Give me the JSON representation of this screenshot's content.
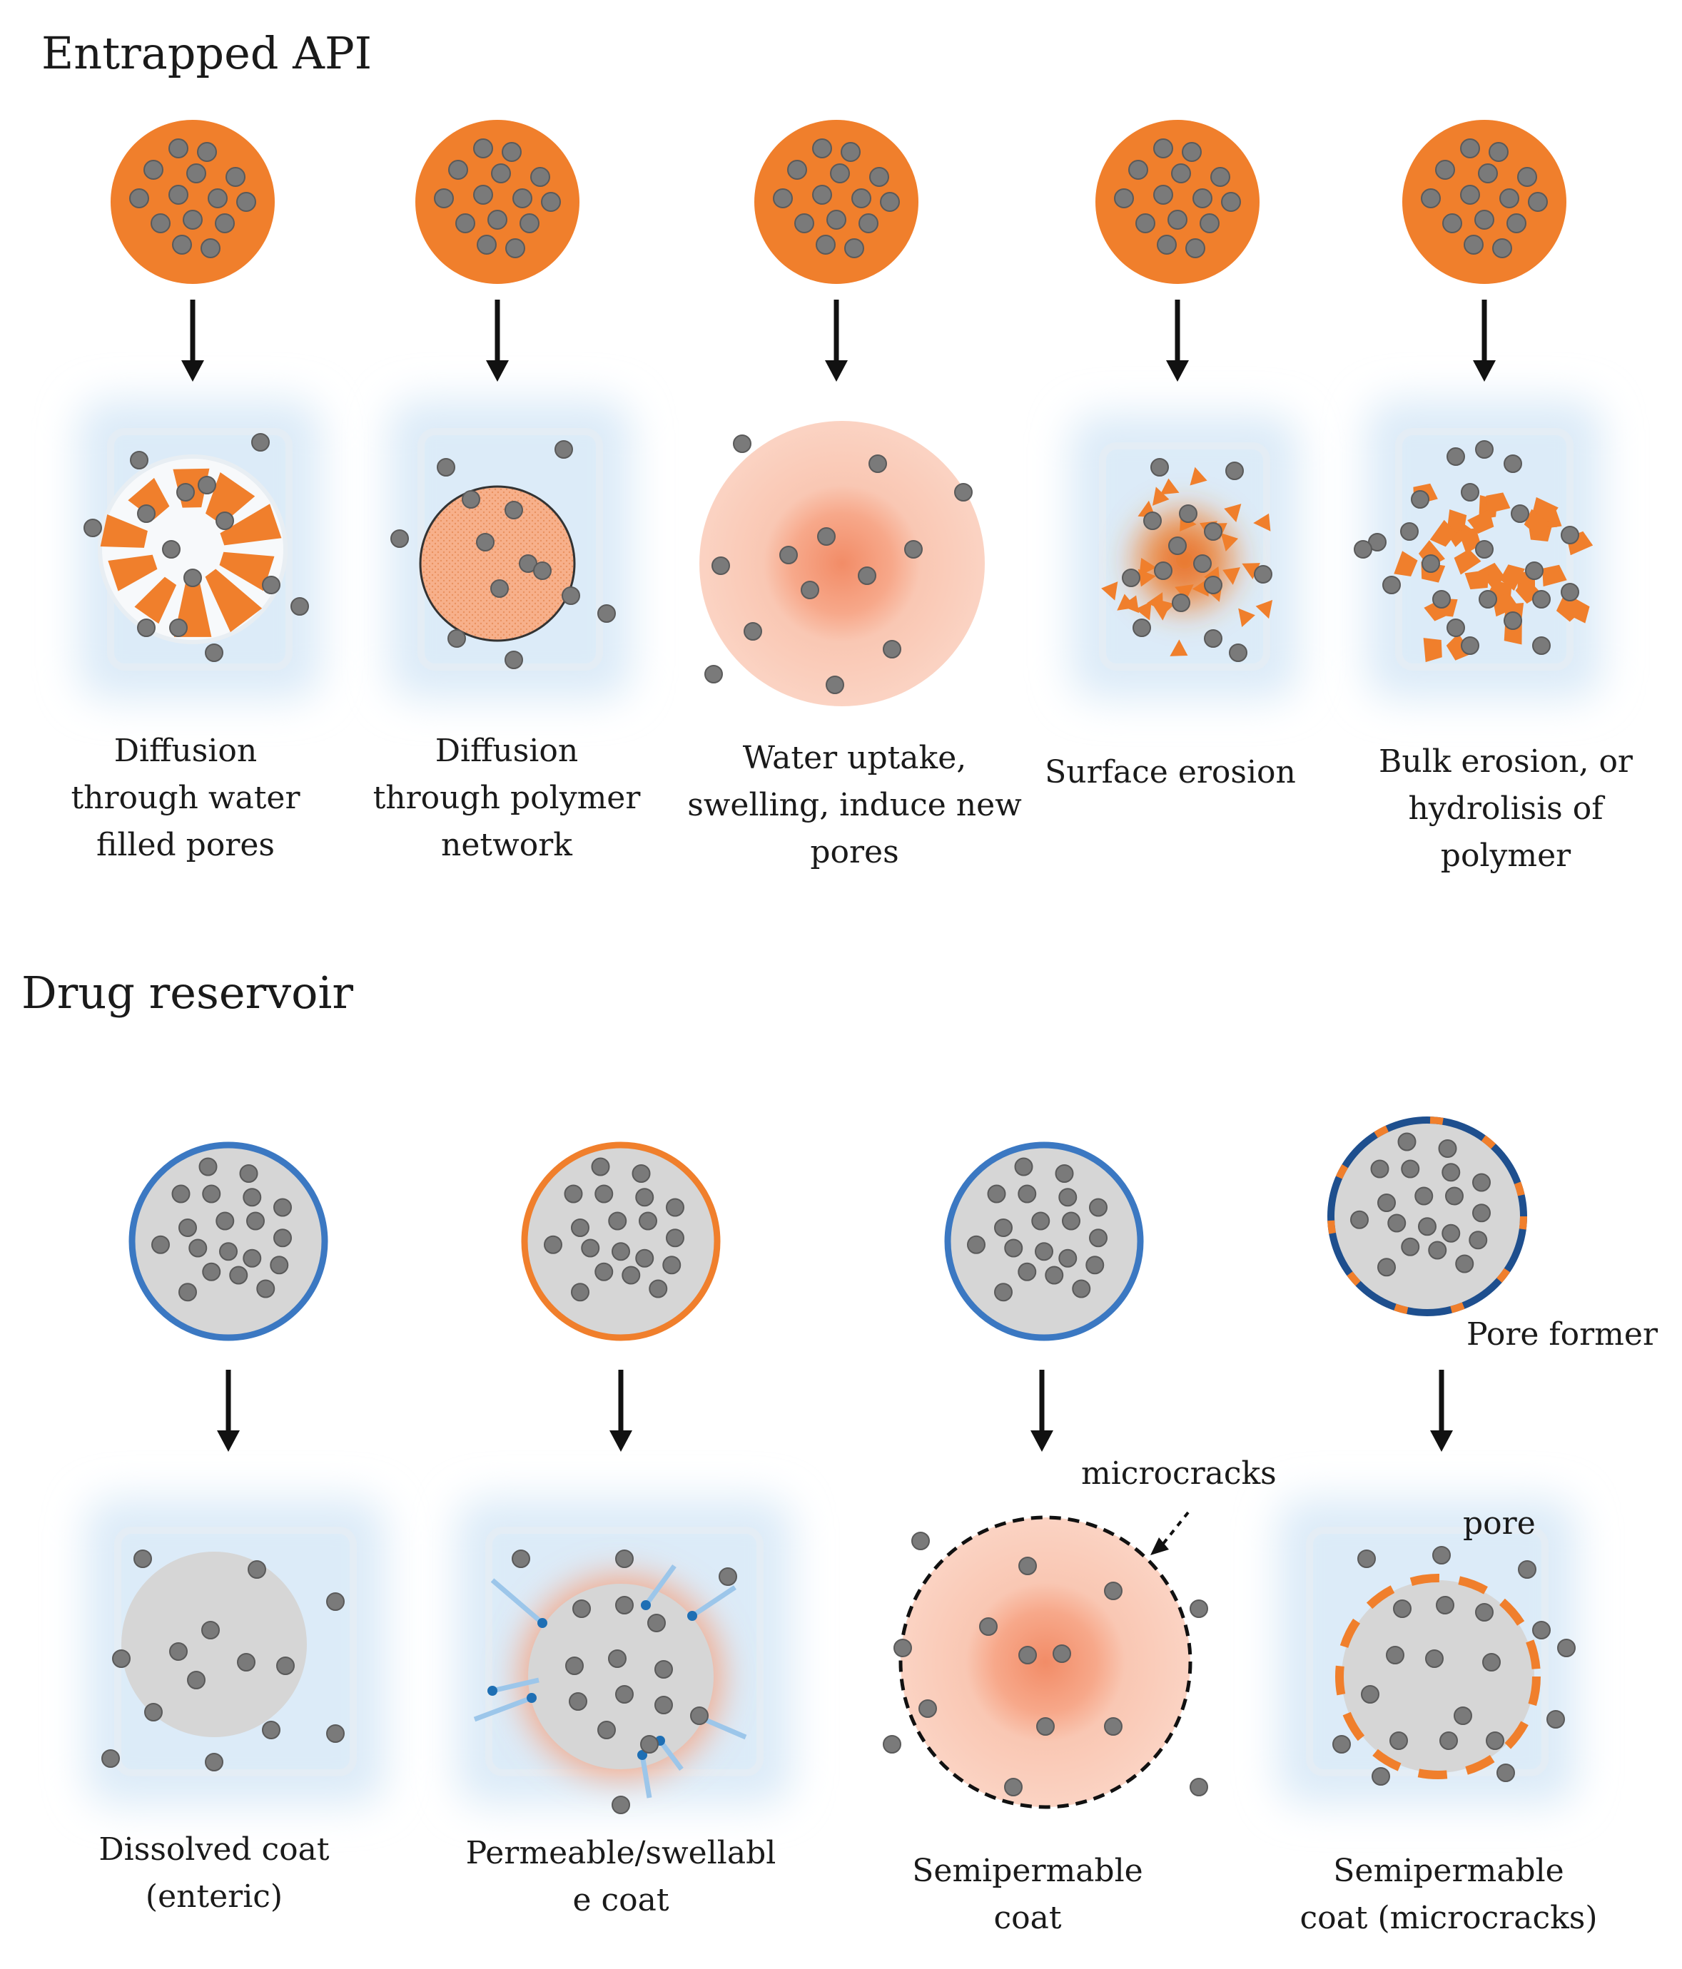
{
  "colors": {
    "matrix": "#F07F2C",
    "drug": "#7A7A7A",
    "reservoir_core": "#D6D6D6",
    "blue_coat": "#3B78C2",
    "orange_coat": "#F07F2C",
    "dark_blue_coat": "#1E4F8E",
    "swollen": "#F6B9A1",
    "medium_glow": "#DCEBF8"
  },
  "icons": [
    "drug-particle-icon",
    "down-arrow-icon",
    "matrix-particle-icon",
    "reservoir-particle-icon"
  ],
  "entrapped": {
    "heading": "Entrapped API",
    "panels": [
      {
        "caption": [
          "Diffusion",
          "through water",
          "filled pores"
        ]
      },
      {
        "caption": [
          "Diffusion",
          "through polymer",
          "network"
        ]
      },
      {
        "caption": [
          "Water uptake,",
          "swelling, induce new",
          "pores"
        ]
      },
      {
        "caption": [
          "Surface erosion"
        ]
      },
      {
        "caption": [
          "Bulk erosion, or",
          "hydrolisis of",
          "polymer"
        ]
      }
    ]
  },
  "reservoir": {
    "heading": "Drug reservoir",
    "panels": [
      {
        "caption": [
          "Dissolved coat",
          "(enteric)"
        ]
      },
      {
        "caption": [
          "Permeable/swellabl",
          "e coat"
        ]
      },
      {
        "caption": [
          "Semipermable",
          "coat"
        ]
      },
      {
        "caption": [
          "Semipermable",
          "coat (microcracks)"
        ]
      }
    ],
    "labels": {
      "pore_former": "Pore former",
      "microcracks": "microcracks",
      "pore": "pore"
    }
  }
}
